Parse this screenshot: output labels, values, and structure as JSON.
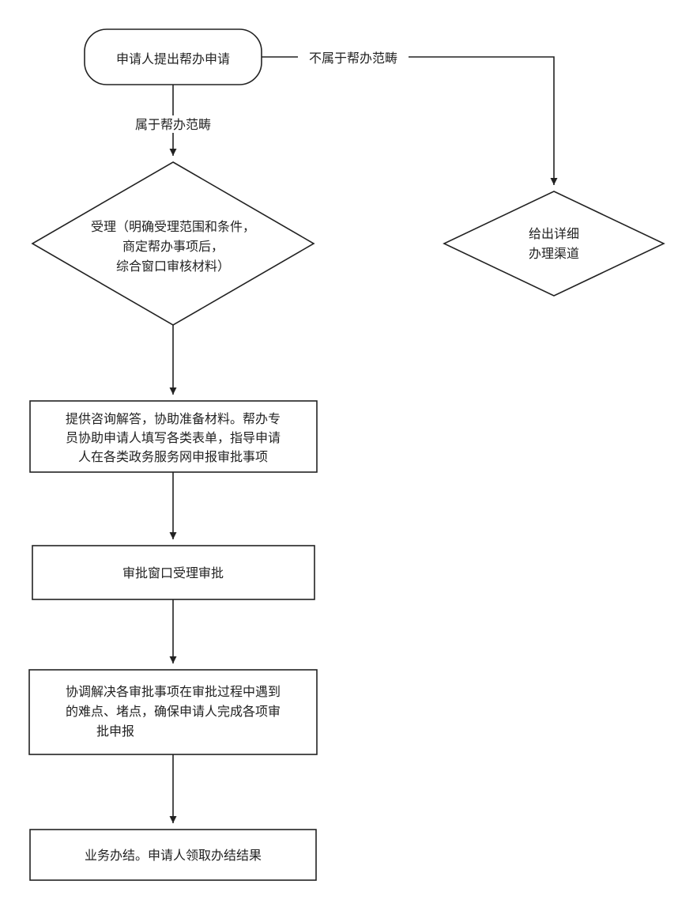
{
  "diagram": {
    "start_node": {
      "label": "申请人提出帮办申请"
    },
    "edge_not_in_scope": {
      "label": "不属于帮办范畴"
    },
    "edge_in_scope": {
      "label": "属于帮办范畴"
    },
    "accept_node": {
      "lines": [
        "受理（明确受理范围和条件，",
        "商定帮办事项后，",
        "综合窗口审核材料）"
      ]
    },
    "channel_node": {
      "lines": [
        "给出详细",
        "办理渠道"
      ]
    },
    "consult_node": {
      "lines": [
        "提供咨询解答，协助准备材料。帮办专",
        "员协助申请人填写各类表单，指导申请",
        "人在各类政务服务网申报审批事项"
      ]
    },
    "approval_node": {
      "label": "审批窗口受理审批"
    },
    "coordinate_node": {
      "lines": [
        "协调解决各审批事项在审批过程中遇到",
        "的难点、堵点，确保申请人完成各项审",
        "批申报"
      ]
    },
    "finish_node": {
      "label": "业务办结。申请人领取办结结果"
    }
  },
  "colors": {
    "stroke": "#222222",
    "background": "#ffffff",
    "text": "#222222"
  }
}
